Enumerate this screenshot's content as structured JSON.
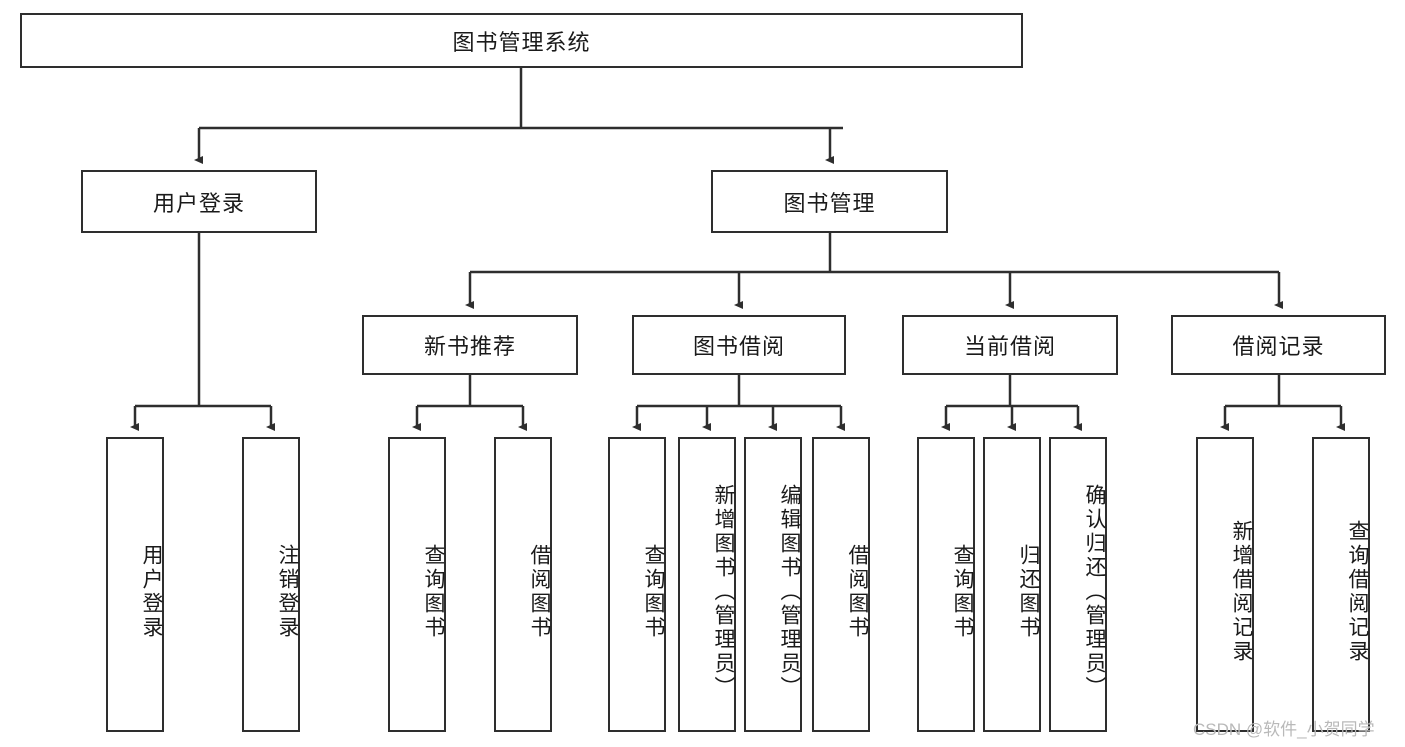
{
  "diagram": {
    "title_node": {
      "label": "图书管理系统"
    },
    "level2": [
      {
        "id": "user-login",
        "label": "用户登录"
      },
      {
        "id": "book-management",
        "label": "图书管理"
      }
    ],
    "level3": [
      {
        "id": "new-book-recommend",
        "label": "新书推荐"
      },
      {
        "id": "book-borrow",
        "label": "图书借阅"
      },
      {
        "id": "current-borrow",
        "label": "当前借阅"
      },
      {
        "id": "borrow-record",
        "label": "借阅记录"
      }
    ],
    "leaves": [
      {
        "id": "leaf-user-login",
        "label": "用户登录"
      },
      {
        "id": "leaf-logout-login",
        "label": "注销登录"
      },
      {
        "id": "leaf-query-books-1",
        "label": "查询图书"
      },
      {
        "id": "leaf-borrow-books-1",
        "label": "借阅图书"
      },
      {
        "id": "leaf-query-books-2",
        "label": "查询图书"
      },
      {
        "id": "leaf-add-book-admin",
        "label": "新增图书（管理员）"
      },
      {
        "id": "leaf-edit-book-admin",
        "label": "编辑图书（管理员）"
      },
      {
        "id": "leaf-borrow-books-2",
        "label": "借阅图书"
      },
      {
        "id": "leaf-query-books-3",
        "label": "查询图书"
      },
      {
        "id": "leaf-return-books",
        "label": "归还图书"
      },
      {
        "id": "leaf-confirm-return-admin",
        "label": "确认归还（管理员）"
      },
      {
        "id": "leaf-add-borrow-record",
        "label": "新增借阅记录"
      },
      {
        "id": "leaf-query-borrow-record",
        "label": "查询借阅记录"
      }
    ]
  },
  "watermark": {
    "text": "CSDN @软件_小贺同学"
  },
  "colors": {
    "stroke": "#2e2e2e",
    "background": "#ffffff",
    "text": "#1a1a1a",
    "watermark": "#b9b9b9"
  }
}
